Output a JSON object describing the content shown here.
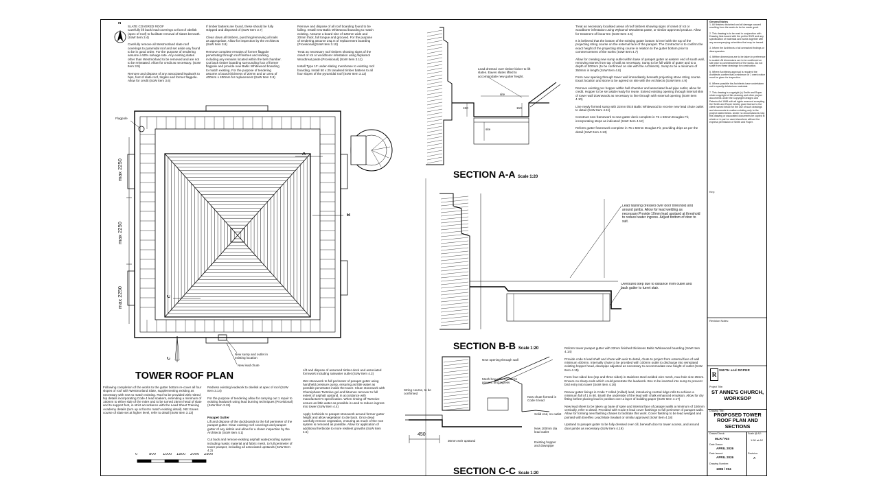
{
  "drawing": {
    "plan_title": "TOWER ROOF PLAN",
    "sections": [
      {
        "title": "SECTION A-A",
        "scale": "Scale 1:20"
      },
      {
        "title": "SECTION B-B",
        "scale": "Scale 1:20"
      },
      {
        "title": "SECTION C-C",
        "scale": "Scale 1:20"
      }
    ],
    "plan_labels": {
      "flagpole": "Flagpole",
      "dim1": "max 2250",
      "dim2": "max 2250",
      "dim3": "max 2250",
      "mark_a": "A",
      "mark_b": "B",
      "mark_c1": "C",
      "mark_c2": "C",
      "sump_note": "New sump and outlet in existing location",
      "chute_note": "New lead chute",
      "north": "N"
    },
    "scale_bar": {
      "ticks": [
        "0",
        "500",
        "1000",
        "1500",
        "2000",
        "2500"
      ]
    },
    "section_a_labels": {
      "lead_note": "Lead dressed over timber kicker to lift slates. Eaves slates lifted to accommodate new gutter height.",
      "site1": "site",
      "site2": "site",
      "d150a": "150",
      "d150b": "150"
    },
    "section_b_labels": {
      "flashing_note": "Lead flashing dressed over door threshold and around jambs. Allow for lead welding as necessary.Provide 10mm lead upstand at threshold to reduce water ingress. Adjust bottom of door to suit.",
      "step_note": "Oversized step due to distance from outlet and back gutter to turret stair."
    },
    "section_c_labels": {
      "opening": "New opening through wall",
      "mesh": "Mesh box within gutter to prevent bird ingress",
      "string": "String course, to be confirmed",
      "chute": "New chute formed in Code 6 lead",
      "solid_end": "Solid end, no outlet",
      "downpipe_outlet": "New 100mm dia lead outlet",
      "hopper": "Existing hopper and downpipe",
      "upstand": "30mm weir upstand",
      "dim": "450"
    },
    "notes": {
      "n1": "SLATE COVERED ROOF\nCarefully lift back lead coverings at foot of obelisk (apex of roof) to facilitate removal of slates beneath. (SoW Item 3.4)\n\nCarefully remove all Westmorland slate roof coverings to pyramidal roof and set aside any found to be in good order. For the purpose of tendering assume a 50% salvage rate. Any existing slates other than Westmorland to be removed and are not to be reinstated. Allow for credit as necessary. (SoW Item 3.5)\n\nRemove and dispose of any associated leadwork to hips, foot of slate roof, tingles and former flagpole. Allow for credit (SoW Item 3.6)",
      "n2": "If timber battens are found, these should be fully stripped and disposed of (SoW Item 3.7)\n\nClean down all timbers, punching/removing all nails as appropriate. Allow for inspection by the Architects (SoW Item 3.8)\n\nRemove complete remains of former flagpole penetrating through roof finishes and sarking, including any remains located within the bell chamber. Cut back timber boarding surrounding foot of former flagpole and provide new Baltic Whitewood boarding to match existing. For the purpose of tendering assume a board thickness of 20mm and an area of 400mm x 400mm for replacement (SoW Item 3.9)",
      "n3": "Remove and dispose of all roof boarding found to be failing. Install new Baltic Whitewood boarding to match existing. Assume a board size of 125mm wide and 20mm thick, full tongue and grooved. For the purpose of tendering assume 2sq.m of replacement boarding (Provisional)(SoW Item 3.10)\n\nTreat as necessary roof timbers showing signs of the onset of rot or woodborer infestation using Wykamol Woodtreat paste (Provisional) (SoW Item 3.11)\n\nInstall Type 1F under-slating membrane to existing roof boarding. Install 50 x 25 tanalised timber battens to all four slopes of the pyramidal roof (SoW Item 3.12)",
      "n4": "Treat as necessary localised areas of roof timbers showing signs of onset of rot or woodborer infestation using Wykamol Woodtreat paste, or similar approved product. Allow for treatment of linear 5m (SoW Item 4.6)\n\nIt is believed that the bottom of the existing gutter bottom is level with the top of the projecting string course on the external face of the parapet. The Contractor is to confirm the exact height of the projecting string course in relation to the gutter bottom prior to commencement of the works (SoW Item 4.7)\n\nAllow for creating new sump outlet within base of parapet gutter at eastern end of south wall, removing stones from top of wall as necessary. Sump to be full width of gutter and to a depth of 200mm (to be confirmed on site with the Architects). Sump to be a minimum of 350mm in length (SoW Item 4.8)\n\nForm new opening through tower wall immediately beneath projecting stone string course. Exact location and stone to be agreed on site with the Architects (SoW Item 4.9)\n\nRemove existing pvc hopper within bell chamber and associated lead pipe outlet, allow for credit. Hopper to be set aside ready for reuse. Extend existing opening through internal skin of tower wall downwards as necessary to line through with external opening (SoW Item 4.10)\n\nLine newly formed sump with 22mm thick Baltic Whitewood to receive new lead chute outlet to detail (SoW Item 4.11)\n\nConstruct new framework to new gutter deck complete in 75 x 50mm Douglas Fir, incorporating steps as indicated (SoW Item 4.12)\n\nReform gutter framework complete in 75 x 50mm Douglas Fir, providing drips as per the detail (SoW Item 4.13)",
      "n5": "Reform tower parapet gutter with 22mm finished thickness Baltic Whitewood boarding (SoW Item 4.14)\n\nProvide code 6 lead shaft and chute with weir to detail, chute to project from external face of wall minimum 400mm. Internally chute to be provided with 100mm outlet to discharge into reinstated existing hopper head, downpipe adjusted as necessary to accommodate new height of outlet (SoW Item 4.15)\n\nForm four-sided box (top and three sides) in stainless steel welded wire mesh, max hole size 25mm. Ensure no sharp ends which could penetrate the leadwork. Box to be inserted into sump to prevent bird entry into tower (SoW Item 4.16)\n\nRenew gutter linings in Code 7 rolled (milled) lead, introducing central ridge rolls to achieve a minimum fall of 1 in 80. Brush the underside of the lead with chalk enhanced emulsion. Allow for dry fitting before placing lead in position over a layer of building paper (SoW Item 4.17)\n\nNew lead sheet to be taken up base of spire and internal face of parapet walls a minimum of 150mm vertically, refer to detail. Provided with Code 6 lead cover flashings to full perimeter of parapet walls. Allow for forming new flashing chases to facilitate this work. Cover flashing to be lead wedged and pointed with Everflex Lead Mate Sealant or similar approved (SoW Item 4.18)\n\nUpstand to parapet gutter to be fully dressed over cill, beneath door to tower access, and around door jambs as necessary (SoW Item 4.19)",
      "n6": "Following completion of the works to the gutter bottom re-cover all four slopes of roof with Westmorland Slate, supplementing existing as necessary with new to match existing. Roof to be provided with mitred hip details incorporating Code 4 lead soakers, extending a minimum of 150mm to either side of the mitre and to be turned 25mm head of slate and to support foot, in strict accordance with the Lead Sheet Training Academy details (turn up at foot to match existing detail). NB: Eaves course of slate set at higher level, refer to detail (SoW Item 3.13)",
      "n7": "Redress existing leadwork to obelisk at apex of roof (SoW Item 3.14)\n\nFor the purpose of tendering allow for carrying out 1 repair to existing leadwork using lead burning techniques (Provisional) (SoW Item 3.15)",
      "n7_hdr": "Parapet Gutter",
      "n7b": "Lift and dispose of the duckboards to the full perimeter of the parapet gutter. Clear existing roof coverings and parapet gutter of any debris and allow for a closer inspection by the Architects (SoW Item 4.1)\n\nCut back and remove existing asphalt waterproofing system including mastic material and fabric mesh, to full perimeter of tower parapet, including all associated upstands (SoW Item 4.2)",
      "n8": "Lift and dispose of assumed timber deck and associated formwork including rainwater outlet (SoW Item 4.3)\n\nWet stonework to full perimeter of parapet gutter using handheld pressure pump, ensuring as little water as possible penetrates inside the tower. Clean stonework with Chemiphase TarSolve gel and bitumen remover to full extent of asphalt upstand, in accordance with manufacturer's specification. When rinsing off TarSolve ensure as little water as possible is used to reduce ingress into tower (SoW Item 4.4)\n\nApply herbicide to parapet stonework around former gutter height and allow vegetation to die back. Once dead carefully remove vegetation, ensuring as much of the root system is removed as possible. Allow for application of additional herbicide to more resilient growths (SoW Item 4.5)",
      "gen_hdr": "General Notes",
      "gen": "1. All finishes disturbed and all damage caused resulting from the works to be be made good.\n\n2. This drawing is to be read in conjunction with Drawing lists issued with the prelim SWS and any specification of materials and works together with any accompanying schedules that may be issued.\n\n3. Inform the Architects of all unmarked findings or discrepancies.\n\n4. Written dimensions are to be taken in preference to scaled. All dimensions are to be confirmed on site prior to commencement of the works. Do not scale from these drawings for construction.\n\n5. Where Architects approval is required the Architects confirm that a minimum of 1 week notice must be given for inspection.\n\n6. Where possible the Architects have undertaken not to specify deleterious materials.\n\n7. This drawing is copyright (c) Smith and Roper retain copyright of this drawing and other project documents under the Copyright Designs and Patents Act 1988 with all rights reserved excepting the Smith and Roper hereby grant license to the client named below for the use of such drawings and documents in matters relating only to the project stated below. Under no circumstances may this drawing or associated documents be copied in whole or in part or used elsewhere without the express permission of Smith and Roper.",
      "key": "Key:",
      "rev": "Revision Notes:"
    },
    "title_block": {
      "firm": "SMITH and ROPER",
      "project_label": "Project Title:",
      "project": "ST ANNE'S CHURCH, WORKSOP",
      "drawing_label": "Drawing Title:",
      "drawing_title": "PROPOSED TOWER ROOF PLAN AND SECTIONS",
      "drawn_label": "Drawn/Check:",
      "drawn": "MLR / RIS",
      "scale_label": "Scale @ A2:",
      "scale": "1:50 at A2",
      "date1_label": "Date Drawn:",
      "date1": "APRIL 2026",
      "date2_label": "Date Issued:",
      "date2": "APRIL 2026",
      "revision_label": "Revision:",
      "revision": "A",
      "number_label": "Drawing Number:",
      "number": "1086 / 004"
    }
  }
}
